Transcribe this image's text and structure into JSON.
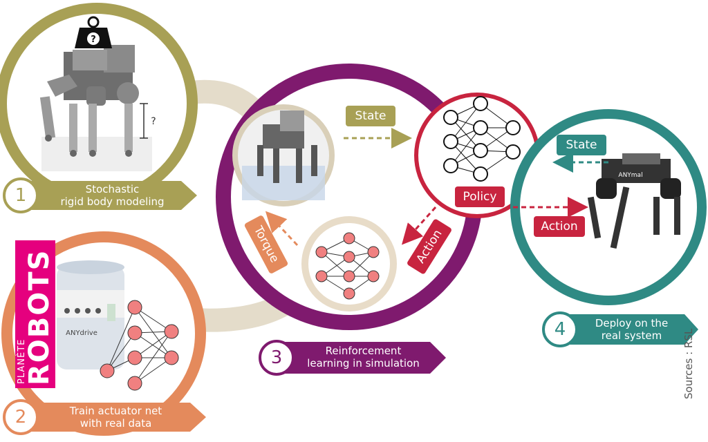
{
  "steps": [
    {
      "number": "1",
      "label_line1": "Stochastic",
      "label_line2": "rigid body modeling",
      "color": "#a8a055"
    },
    {
      "number": "2",
      "label_line1": "Train actuator net",
      "label_line2": "with real data",
      "color": "#e48a5c"
    },
    {
      "number": "3",
      "label_line1": "Reinforcement",
      "label_line2": "learning in simulation",
      "color": "#7f1a6e"
    },
    {
      "number": "4",
      "label_line1": "Deploy on the",
      "label_line2": "real system",
      "color": "#2f8a84"
    }
  ],
  "tags": {
    "state_sim": "State",
    "policy": "Policy",
    "action_sim": "Action",
    "torque": "Torque",
    "state_real": "State",
    "action_real": "Action"
  },
  "question_marks": [
    "?",
    "?"
  ],
  "actuator_brand": "ANYdrive",
  "robot_brand": "ANYmal",
  "logo": {
    "small": "PLANÈTE",
    "big": "ROBOTS"
  },
  "source": "Sources : RSL",
  "colors": {
    "olive": "#a8a055",
    "orange": "#e48a5c",
    "purple": "#7f1a6e",
    "teal": "#2f8a84",
    "policy_red": "#c8243f",
    "node_pink": "#f08080",
    "beige": "#d9cfb8",
    "logo_pink": "#e5007e"
  }
}
